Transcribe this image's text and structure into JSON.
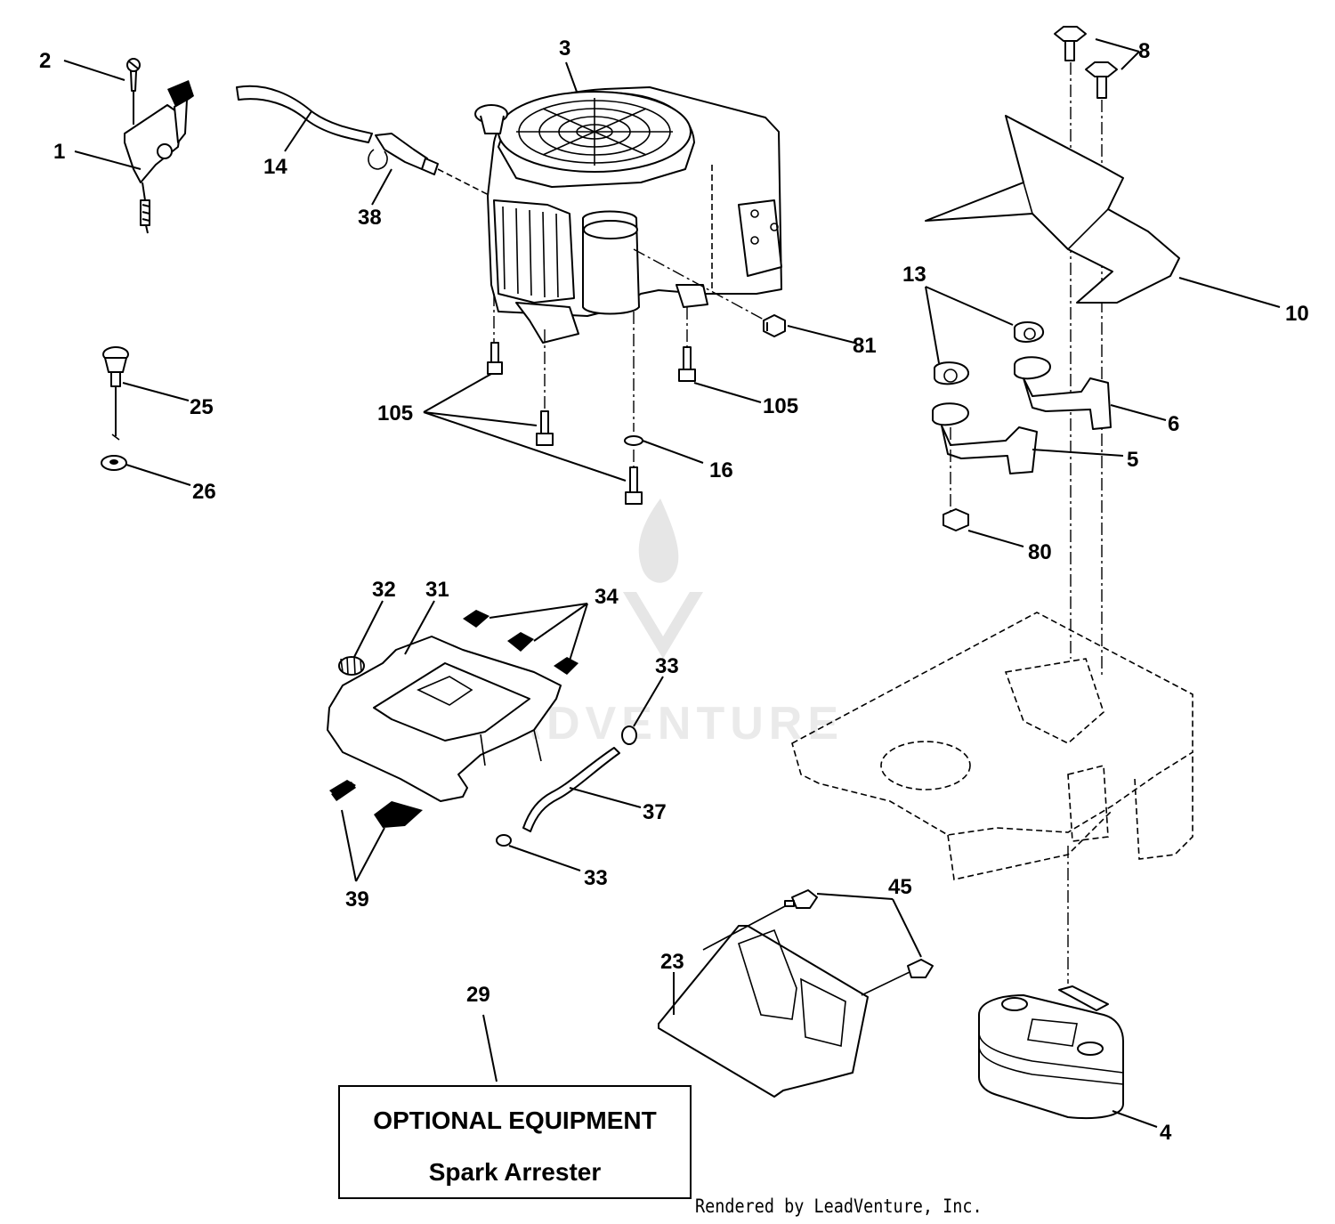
{
  "callouts": {
    "c1": "1",
    "c2": "2",
    "c3": "3",
    "c4": "4",
    "c5": "5",
    "c6": "6",
    "c8": "8",
    "c10": "10",
    "c13": "13",
    "c14": "14",
    "c16": "16",
    "c23": "23",
    "c25": "25",
    "c26": "26",
    "c29": "29",
    "c31": "31",
    "c32": "32",
    "c33a": "33",
    "c33b": "33",
    "c34": "34",
    "c37": "37",
    "c38": "38",
    "c39": "39",
    "c45": "45",
    "c80": "80",
    "c81": "81",
    "c105a": "105",
    "c105b": "105"
  },
  "optional_box": {
    "title": "OPTIONAL EQUIPMENT",
    "subtitle": "Spark Arrester"
  },
  "watermark": "LEADVENTURE",
  "credit": "Rendered by LeadVenture, Inc."
}
